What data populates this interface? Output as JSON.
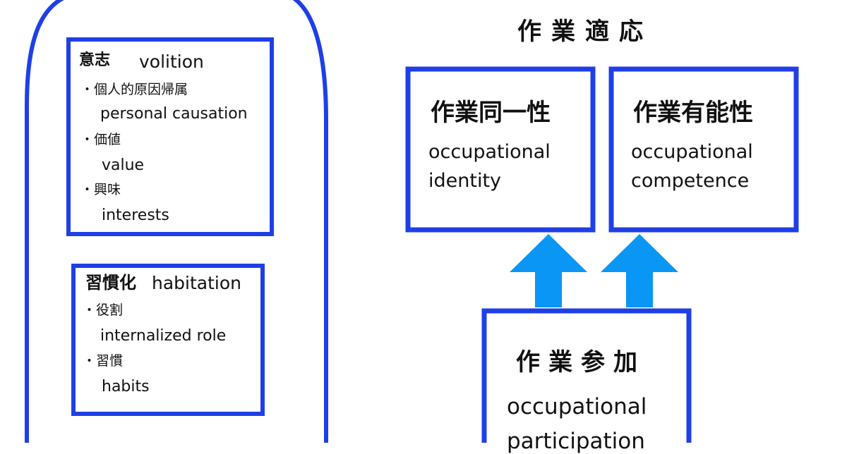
{
  "colors": {
    "frame": "#1f3fe6",
    "arrow": "#0a96f5",
    "text": "#111111"
  },
  "volition": {
    "heading_jp": "意志",
    "heading_en": "volition",
    "items": [
      {
        "jp": "・個人的原因帰属",
        "en": "personal causation"
      },
      {
        "jp": "・価値",
        "en": "value"
      },
      {
        "jp": "・興味",
        "en": "interests"
      }
    ]
  },
  "habituation": {
    "heading_jp": "習慣化",
    "heading_en": "habitation",
    "items": [
      {
        "jp": "・役割",
        "en": "internalized role"
      },
      {
        "jp": "・習慣",
        "en": "habits"
      }
    ]
  },
  "adaptation": {
    "title": "作業適応"
  },
  "identity": {
    "jp": "作業同一性",
    "en_line1": "occupational",
    "en_line2": "identity"
  },
  "competence": {
    "jp": "作業有能性",
    "en_line1": "occupational",
    "en_line2": "competence"
  },
  "participation": {
    "jp": "作業参加",
    "en_line1": "occupational",
    "en_line2": "participation"
  }
}
